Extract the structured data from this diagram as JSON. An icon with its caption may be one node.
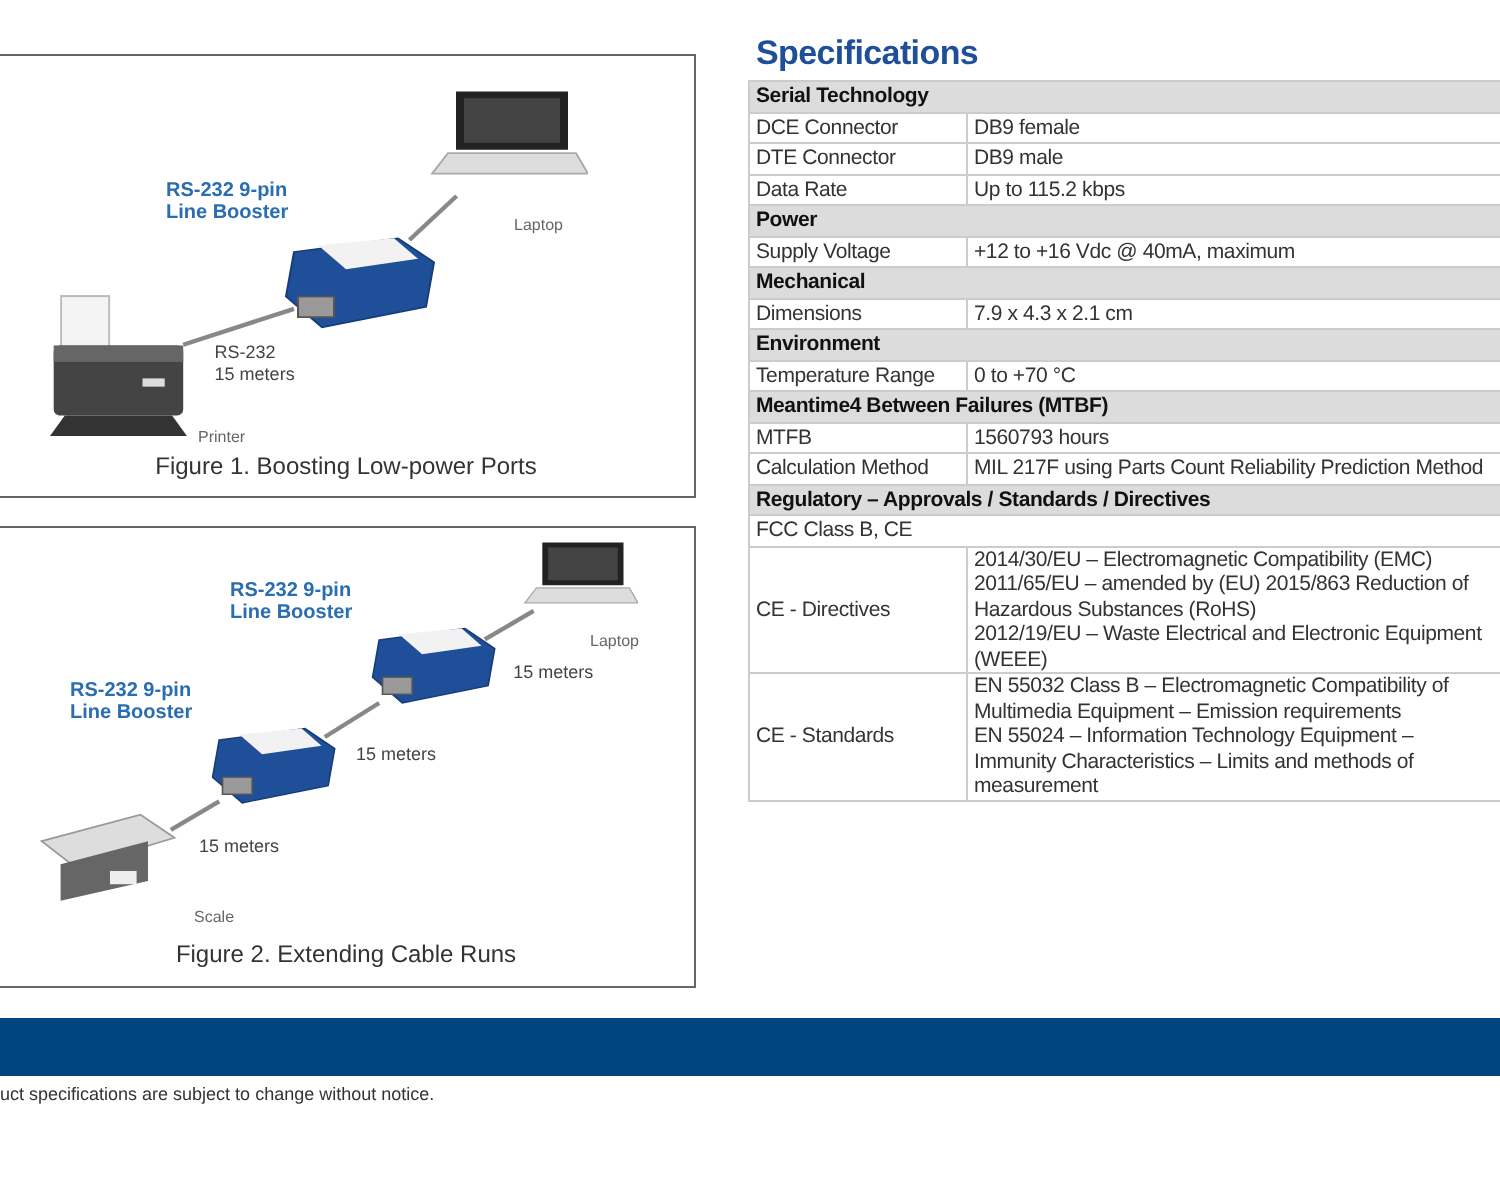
{
  "diagram": {
    "nodes": [
      {
        "text": [
          "Figure 1. Boosting Low-power Ports"
        ]
      },
      {
        "text": [],
        "shape": "picture",
        "in": 0,
        "beside": [
          "Printer"
        ]
      },
      {
        "text": [],
        "shape": "picture",
        "in": 0,
        "beside": [
          "RS-232 9-pin Line Booster"
        ]
      },
      {
        "text": [],
        "shape": "picture",
        "in": 0,
        "beside": [
          "Laptop"
        ]
      },
      {
        "text": [
          "Figure 2. Extending Cable Runs"
        ]
      },
      {
        "text": [],
        "shape": "picture",
        "in": 4,
        "beside": [
          "Scale"
        ]
      },
      {
        "text": [],
        "shape": "picture",
        "in": 4,
        "beside": [
          "RS-232 9-pin Line Booster"
        ]
      },
      {
        "text": [],
        "shape": "picture",
        "in": 4,
        "beside": [
          "RS-232 9-pin Line Booster"
        ]
      },
      {
        "text": [],
        "shape": "picture",
        "in": 4,
        "beside": [
          "Laptop"
        ]
      }
    ],
    "edges": [
      {
        "from": 1,
        "to": 2,
        "arrow": "none",
        "label": "RS-232 15 meters"
      },
      {
        "from": 2,
        "to": 3,
        "arrow": "none"
      },
      {
        "from": 5,
        "to": 6,
        "arrow": "none",
        "label": "15 meters"
      },
      {
        "from": 6,
        "to": 7,
        "arrow": "none",
        "label": "15 meters"
      },
      {
        "from": 7,
        "to": 8,
        "arrow": "none",
        "label": "15 meters"
      }
    ],
    "labels": [
      "Specifications",
      "Serial Technology",
      "DCE Connector",
      "DB9 female",
      "DTE Connector",
      "DB9 male",
      "Data Rate",
      "Up to 115.2 kbps",
      "Power",
      "Supply Voltage",
      "+12 to +16 Vdc @ 40mA, maximum",
      "Mechanical",
      "Dimensions",
      "7.9 x 4.3 x 2.1 cm",
      "Environment",
      "Temperature Range",
      "0 to +70 °C",
      "Meantime4 Between Failures (MTBF)",
      "MTFB",
      "1560793 hours",
      "Calculation Method",
      "MIL 217F using Parts Count Reliability Prediction Method",
      "Regulatory – Approvals / Standards / Directives",
      "FCC Class B, CE",
      "CE - Directives",
      "2014/30/EU – Electromagnetic Compatibility (EMC)",
      "2011/65/EU – amended by (EU) 2015/863 Reduction of Hazardous Substances (RoHS)",
      "2012/19/EU – Waste Electrical and Electronic Equipment (WEEE)",
      "CE - Standards",
      "EN 55032 Class B – Electromagnetic Compatibility of Multimedia Equipment – Emission requirements",
      "EN 55024 – Information Technology Equipment – Immunity Characteristics – Limits and methods of measurement",
      "uct specifications are subject to change without notice."
    ]
  }
}
